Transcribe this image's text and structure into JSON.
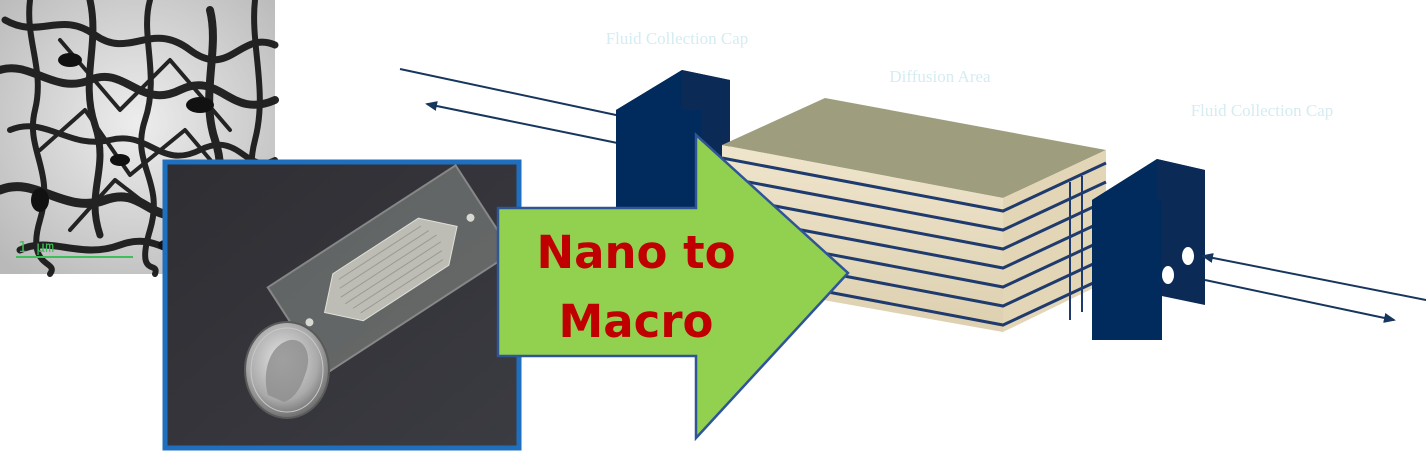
{
  "labels": {
    "cap_left": "Fluid Collection Cap",
    "diffusion": "Diffusion Area",
    "cap_right": "Fluid Collection Cap",
    "scale_bar": "1 μm"
  },
  "arrow_text": {
    "line1": "Nano to",
    "line2": "Macro"
  },
  "colors": {
    "cap_navy": "#0b2a55",
    "block_top": "#9e9e7e",
    "block_side": "#e8dcbf",
    "arrow_fill": "#92d050",
    "arrow_text": "#c00000",
    "photo_border": "#1f6fbf",
    "label_text": "#d4ecf2",
    "flow_line": "#17365d"
  },
  "icons": {
    "tem_image": "nanofiber-micrograph",
    "device_photo": "microfluidic-chip-with-dime"
  }
}
